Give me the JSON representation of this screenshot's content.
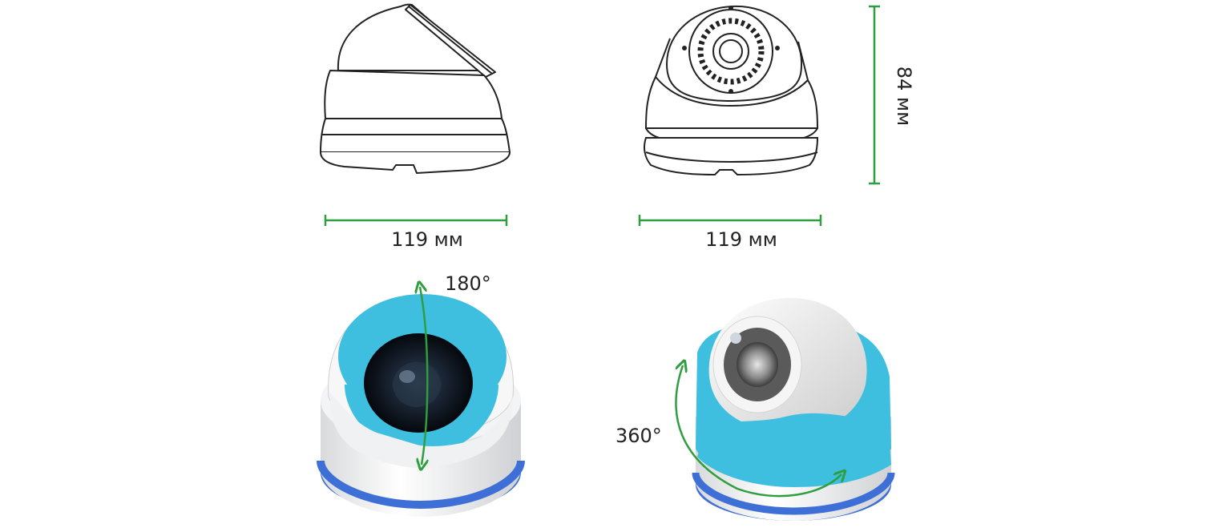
{
  "dimensions": {
    "side_width": "119 мм",
    "front_width": "119 мм",
    "height": "84 мм"
  },
  "rotation": {
    "tilt": "180°",
    "pan": "360°"
  },
  "colors": {
    "dimension_line": "#2e9e3e",
    "accent": "#3fbfe0",
    "ring": "#3d6fd6",
    "outline": "#222222"
  }
}
